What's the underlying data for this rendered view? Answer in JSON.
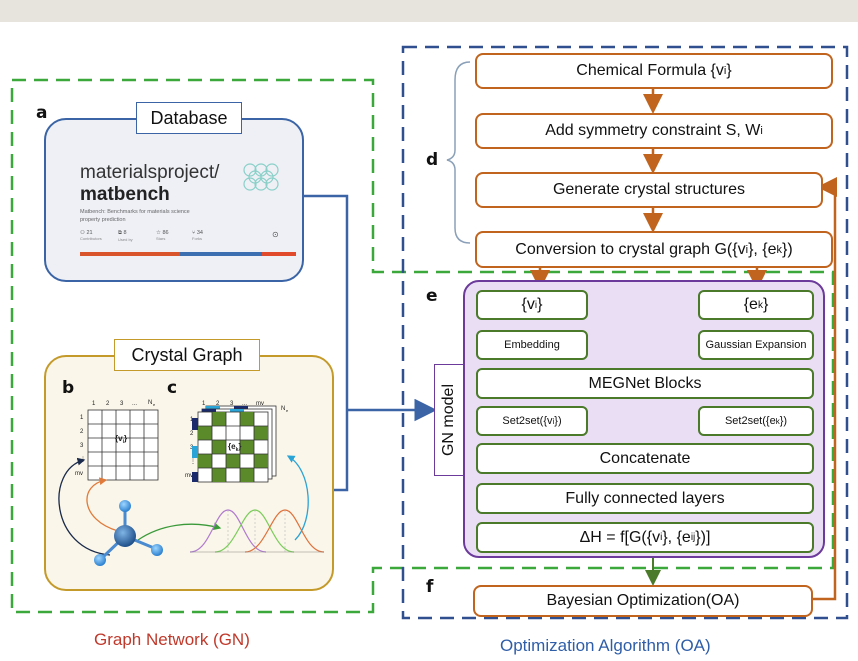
{
  "colors": {
    "gn_green": "#3aa83a",
    "oa_blue": "#2f4f8f",
    "flow_orange": "#c0641e",
    "block_green": "#4a7a2a",
    "gn_model_fill": "#e9def4",
    "gn_model_border": "#6b3a9a",
    "database_border": "#3a64a6",
    "crystal_border": "#c49a2a",
    "caption_red": "#c0392b",
    "caption_blue": "#2f5ea8"
  },
  "panel_letters": {
    "a": "a",
    "b": "b",
    "c": "c",
    "d": "d",
    "e": "e",
    "f": "f"
  },
  "database": {
    "title": "Database",
    "repo_name": "materialsproject/",
    "repo_bold": "matbench",
    "description_line1": "Matbench: Benchmarks for materials science",
    "description_line2": "property prediction",
    "stats": [
      {
        "icon": "contributors-icon",
        "value": "21",
        "label": "Contributors"
      },
      {
        "icon": "used-by-icon",
        "value": "8",
        "label": "Used by"
      },
      {
        "icon": "star-icon",
        "value": "86",
        "label": "Stars"
      },
      {
        "icon": "fork-icon",
        "value": "34",
        "label": "Forks"
      }
    ]
  },
  "crystal_graph": {
    "title": "Crystal Graph",
    "matrix_b_cols": [
      "1",
      "2",
      "3",
      "...",
      "N",
      "e"
    ],
    "matrix_b_rows": [
      "1",
      "2",
      "3",
      "⋮",
      "mv"
    ],
    "matrix_b_label_main": "{v",
    "matrix_b_label_sub": "i",
    "matrix_b_label_end": "}",
    "matrix_c_cols": [
      "1",
      "2",
      "3",
      "...",
      "mv"
    ],
    "matrix_c_rows": [
      "1",
      "2",
      "3",
      "⋮",
      "mv"
    ],
    "matrix_c_depth_label": "N",
    "matrix_c_depth_sub": "e",
    "matrix_c_label_main": "{e",
    "matrix_c_label_sub": "k",
    "matrix_c_label_end": "}"
  },
  "optimization_flow": {
    "chemical_formula": {
      "main": "Chemical Formula {v",
      "sub": "i",
      "end": "}"
    },
    "symmetry": {
      "main": "Add symmetry constraint S, W",
      "sub": "i"
    },
    "generate": "Generate crystal structures",
    "conversion": {
      "t1": "Conversion to crystal graph G({v",
      "s1": "i",
      "t2": "}, {e",
      "s2": "k",
      "t3": "})"
    },
    "bayesian": "Bayesian Optimization(OA)"
  },
  "gn_model": {
    "label": "GN model",
    "vi": {
      "main": "{v",
      "sub": "i",
      "end": "}"
    },
    "ek": {
      "main": "{e",
      "sub": "k",
      "end": "}"
    },
    "embedding": "Embedding",
    "gaussian": "Gaussian Expansion",
    "megnet": "MEGNet Blocks",
    "set2set_v": {
      "main": "Set2set({v",
      "sub": "i",
      "end": "})"
    },
    "set2set_e": {
      "main": "Set2set({e",
      "sub": "k",
      "end": "})"
    },
    "concatenate": "Concatenate",
    "fully_connected": "Fully connected layers",
    "delta_h": {
      "t1": "ΔH = f[G({v",
      "s1": "i",
      "t2": "}, {e",
      "s2": "ij",
      "t3": "})]"
    }
  },
  "captions": {
    "gn": "Graph Network (GN)",
    "oa": "Optimization Algorithm (OA)"
  }
}
